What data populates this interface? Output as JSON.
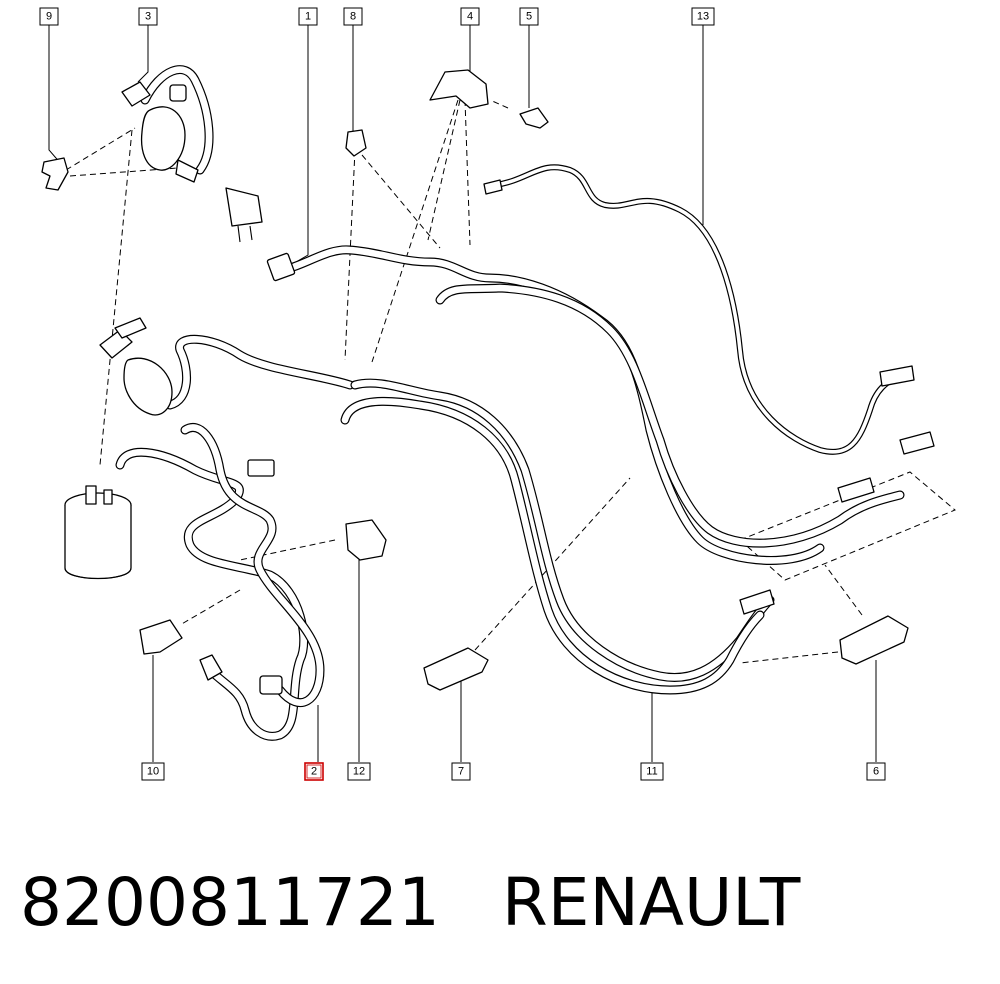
{
  "diagram": {
    "callouts": [
      {
        "id": "callout-1",
        "label": "1"
      },
      {
        "id": "callout-2",
        "label": "2",
        "highlighted": true
      },
      {
        "id": "callout-3",
        "label": "3"
      },
      {
        "id": "callout-4",
        "label": "4"
      },
      {
        "id": "callout-5",
        "label": "5"
      },
      {
        "id": "callout-6",
        "label": "6"
      },
      {
        "id": "callout-7",
        "label": "7"
      },
      {
        "id": "callout-8",
        "label": "8"
      },
      {
        "id": "callout-9",
        "label": "9"
      },
      {
        "id": "callout-10",
        "label": "10"
      },
      {
        "id": "callout-11",
        "label": "11"
      },
      {
        "id": "callout-12",
        "label": "12"
      },
      {
        "id": "callout-13",
        "label": "13"
      }
    ],
    "highlight_color": "#cc0000",
    "line_color": "#000000"
  },
  "caption": {
    "part_number": "8200811721",
    "brand": "RENAULT"
  }
}
